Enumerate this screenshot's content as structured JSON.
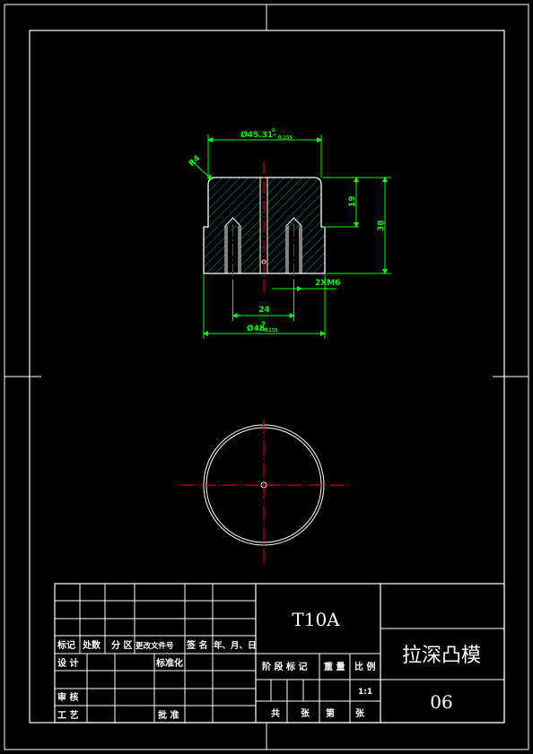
{
  "colors": {
    "background": "#000000",
    "frame": "#ffffff",
    "outline": "#ffffff",
    "dimension": "#00ff00",
    "centerline": "#ff0000",
    "hatch": "#00a0a0"
  },
  "drawing": {
    "dims": {
      "top_width": "Ø45.31-",
      "top_width_tol_top": "0",
      "top_width_tol_bottom": "0.155",
      "radius": "R4",
      "height_19": "19",
      "height_38": "38",
      "holes": "2XM6",
      "hole_spacing": "24",
      "base_width": "Ø48-",
      "base_width_tol_top": "0",
      "base_width_tol_bottom": "0.155"
    }
  },
  "title_block": {
    "material": "T10A",
    "part_name": "拉深凸模",
    "drawing_no": "06",
    "scale": "1:1",
    "header_cols": [
      "标记",
      "处数",
      "分 区",
      "更改文件号",
      "签 名",
      "年、月、日"
    ],
    "rows": {
      "design": "设 计",
      "standardize": "标准化",
      "review": "审 核",
      "process": "工 艺",
      "approve": "批 准"
    },
    "stage_header": [
      "阶 段 标 记",
      "重 量",
      "比 例"
    ],
    "sheet_row": [
      "共",
      "张",
      "第",
      "张"
    ]
  }
}
